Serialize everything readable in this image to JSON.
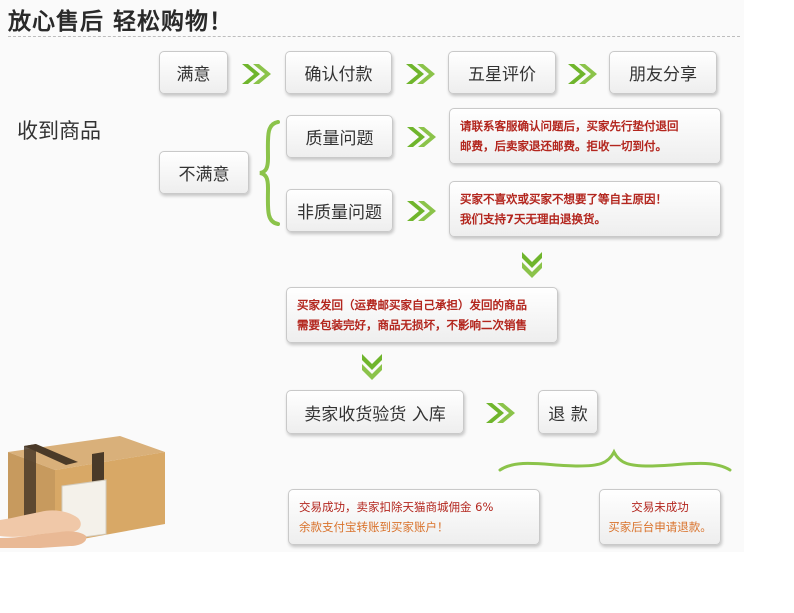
{
  "title": "放心售后  轻松购物！",
  "side_label": "收到商品",
  "nodes": {
    "satisfied": "满意",
    "confirm_pay": "确认付款",
    "five_star": "五星评价",
    "share": "朋友分享",
    "unsatisfied": "不满意",
    "quality": "质量问题",
    "non_quality": "非质量问题",
    "quality_note": [
      "请联系客服确认问题后，买家先行垫付退回",
      "邮费，后卖家退还邮费。拒收一切到付。"
    ],
    "non_quality_note": [
      "买家不喜欢或买家不想要了等自主原因！",
      "我们支持7天无理由退换货。"
    ],
    "return_note": [
      "买家发回（运费邮买家自己承担）发回的商品",
      "需要包装完好，商品无损坏，不影响二次销售"
    ],
    "receive": "卖家收货验货  入库",
    "refund": "退 款",
    "success": [
      "交易成功，卖家扣除天猫商城佣金 6%",
      "余款支付宝转账到买家账户！"
    ],
    "fail": [
      "交易未成功",
      "买家后台申请退款。"
    ]
  },
  "colors": {
    "arrow_green": "#6fb52c",
    "red_text": "#b3261e",
    "orange_text": "#d9722b"
  }
}
